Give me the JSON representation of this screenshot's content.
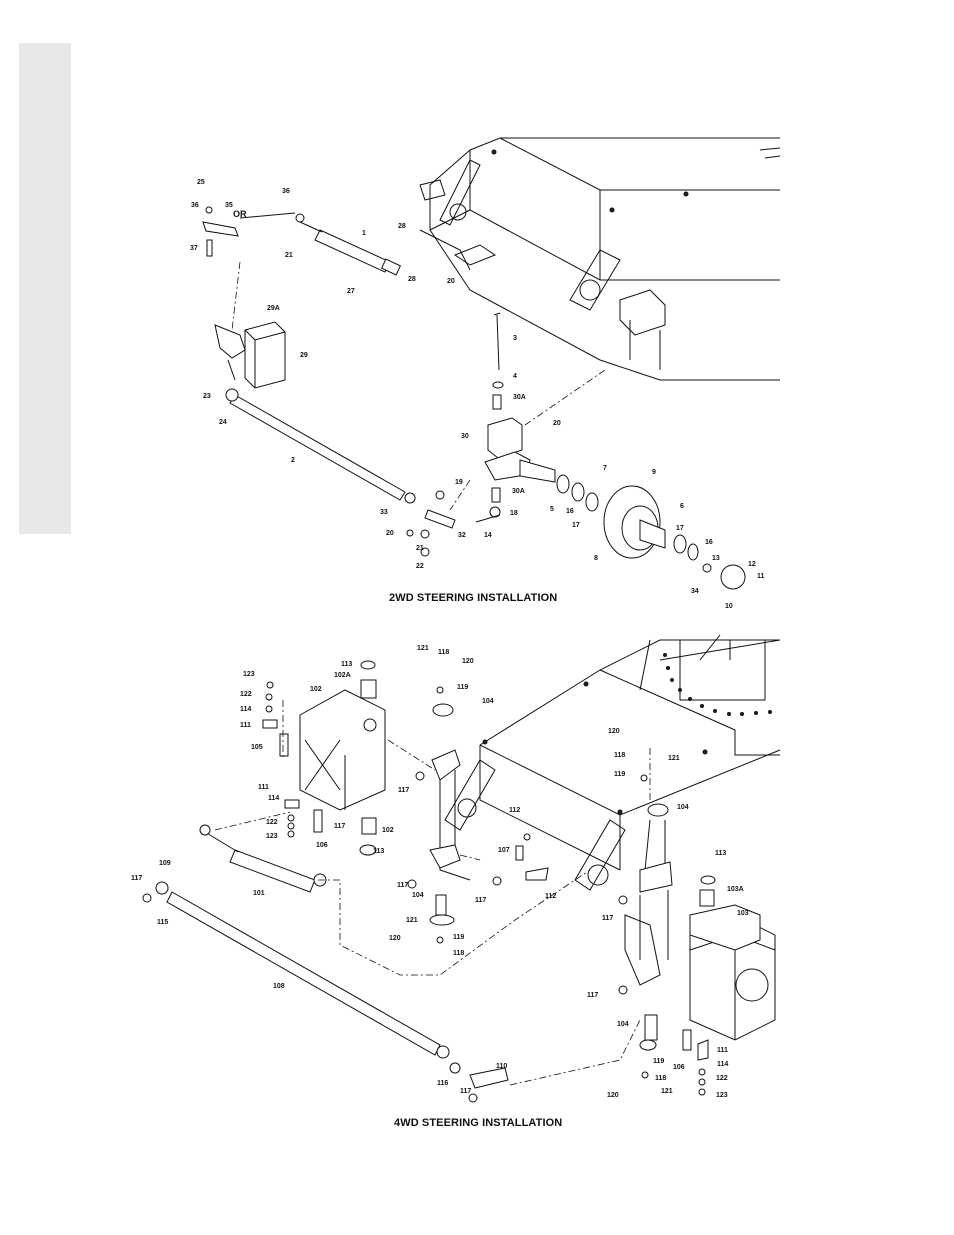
{
  "section_2wd": {
    "title": "2WD STEERING INSTALLATION",
    "or_label": "OR",
    "callouts": [
      "25",
      "36",
      "35",
      "37",
      "36",
      "1",
      "28",
      "21",
      "28",
      "27",
      "20",
      "29A",
      "29",
      "3",
      "4",
      "30A",
      "23",
      "24",
      "30",
      "20",
      "2",
      "19",
      "30A",
      "33",
      "18",
      "7",
      "9",
      "6",
      "5",
      "16",
      "17",
      "20",
      "21",
      "32",
      "14",
      "17",
      "16",
      "8",
      "22",
      "13",
      "12",
      "11",
      "34",
      "10"
    ]
  },
  "section_4wd": {
    "title": "4WD STEERING INSTALLATION",
    "callouts": [
      "113",
      "121",
      "118",
      "120",
      "102A",
      "119",
      "123",
      "102",
      "104",
      "122",
      "114",
      "111",
      "105",
      "117",
      "111",
      "120",
      "118",
      "121",
      "114",
      "119",
      "104",
      "122",
      "112",
      "123",
      "106",
      "117",
      "102",
      "113",
      "107",
      "117",
      "112",
      "109",
      "113",
      "101",
      "117",
      "117",
      "104",
      "103A",
      "115",
      "121",
      "103",
      "120",
      "119",
      "118",
      "117",
      "108",
      "117",
      "104",
      "111",
      "110",
      "114",
      "116",
      "106",
      "119",
      "122",
      "117",
      "118",
      "123",
      "120",
      "121"
    ]
  }
}
